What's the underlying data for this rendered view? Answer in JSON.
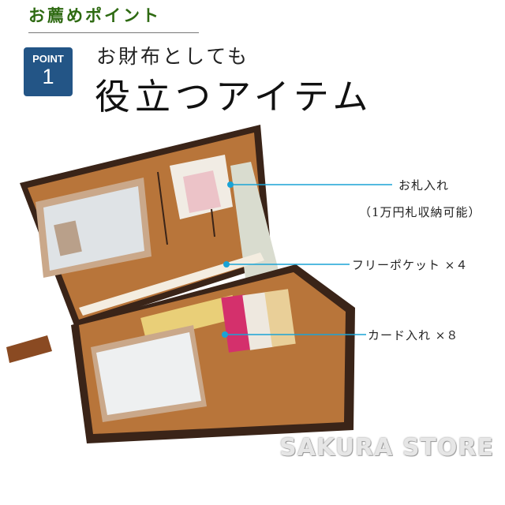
{
  "header": {
    "kicker": "お薦めポイント",
    "badge_label": "POINT",
    "badge_number": "1",
    "subtitle": "お財布としても",
    "title": "役立つアイテム"
  },
  "callouts": [
    {
      "label": "お札入れ",
      "sublabel": "（1万円札収納可能）"
    },
    {
      "label": "フリーポケット ×４"
    },
    {
      "label": "カード入れ ×８"
    }
  ],
  "colors": {
    "accent_green": "#2e6a12",
    "badge_blue": "#235586",
    "callout_blue": "#1aa3d6",
    "leather": "#b8753a"
  },
  "watermark": "SAKURA STORE"
}
